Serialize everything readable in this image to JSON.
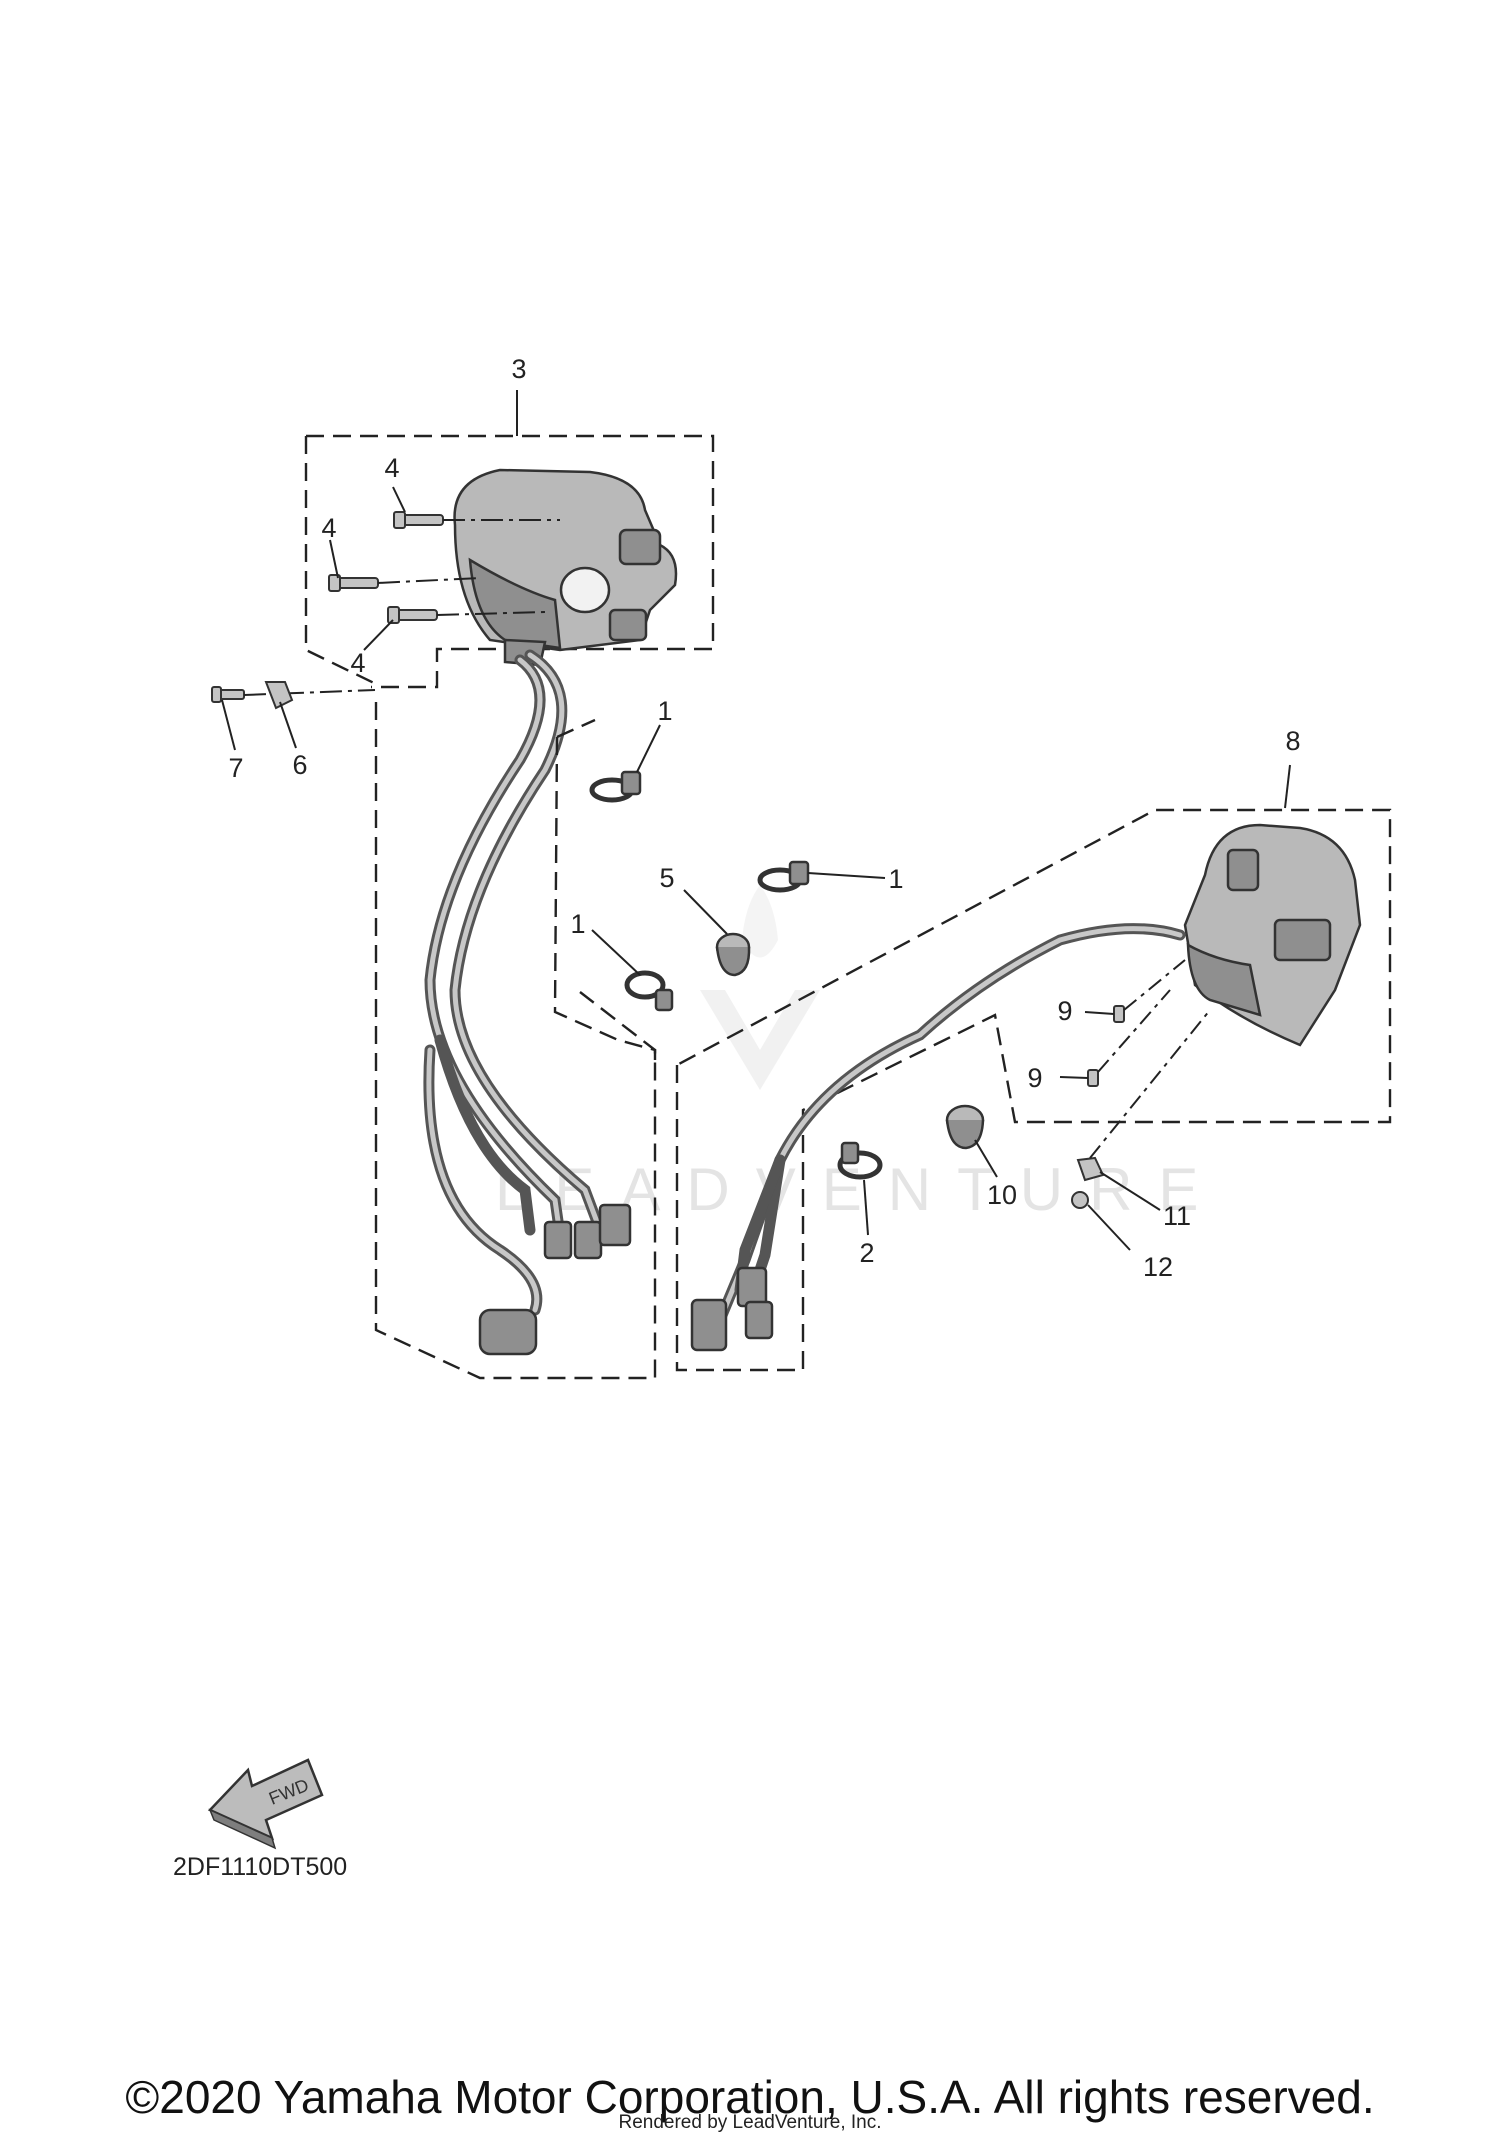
{
  "callouts": {
    "c1a": "1",
    "c1b": "1",
    "c1c": "1",
    "c2": "2",
    "c3": "3",
    "c4a": "4",
    "c4b": "4",
    "c4c": "4",
    "c5": "5",
    "c6": "6",
    "c7": "7",
    "c8": "8",
    "c9a": "9",
    "c9b": "9",
    "c10": "10",
    "c11": "11",
    "c12": "12"
  },
  "fwd_label": "FWD",
  "watermark": "LEADVENTURE",
  "diagram_code": "2DF1110DT500",
  "copyright": "©2020 Yamaha Motor Corporation, U.S.A. All rights reserved.",
  "rendered_by": "Rendered by LeadVenture, Inc."
}
